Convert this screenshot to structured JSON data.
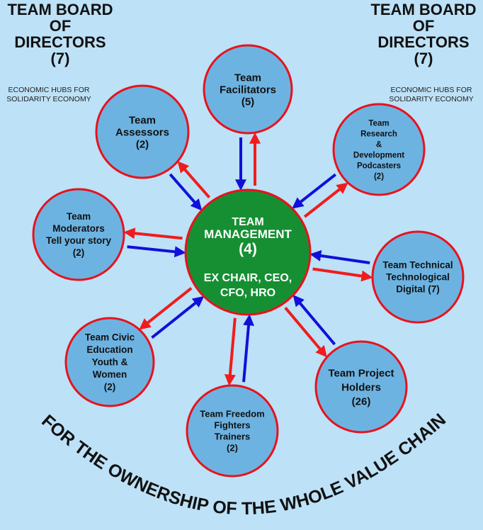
{
  "board_left": {
    "lines": [
      "TEAM BOARD",
      "OF",
      "DIRECTORS",
      "(7)"
    ],
    "subtitle_lines": [
      "ECONOMIC HUBS FOR",
      "SOLIDARITY ECONOMY"
    ]
  },
  "board_right": {
    "lines": [
      "TEAM BOARD",
      "OF",
      "DIRECTORS",
      "(7)"
    ],
    "subtitle_lines": [
      "ECONOMIC HUBS FOR",
      "SOLIDARITY ECONOMY"
    ]
  },
  "center": {
    "lines": [
      "TEAM",
      "MANAGEMENT",
      "(4)",
      "EX CHAIR, CEO,",
      "CFO, HRO"
    ]
  },
  "teams": [
    {
      "id": "facilitators",
      "lines": [
        "Team",
        "Facilitators",
        "(5)"
      ]
    },
    {
      "id": "assessors",
      "lines": [
        "Team",
        "Assessors",
        "(2)"
      ]
    },
    {
      "id": "research",
      "lines": [
        "Team",
        "Research",
        "&",
        "Development",
        "Podcasters",
        "(2)"
      ]
    },
    {
      "id": "moderators",
      "lines": [
        "Team",
        "Moderators",
        "Tell your story",
        "(2)"
      ]
    },
    {
      "id": "technical",
      "lines": [
        "Team Technical",
        "Technological",
        "Digital (7)"
      ]
    },
    {
      "id": "civic",
      "lines": [
        "Team Civic",
        "Education",
        "Youth &",
        "Women",
        "(2)"
      ]
    },
    {
      "id": "project-holders",
      "lines": [
        "Team Project",
        "Holders",
        "(26)"
      ]
    },
    {
      "id": "freedom",
      "lines": [
        "Team Freedom",
        "Fighters",
        "Trainers",
        "(2)"
      ]
    }
  ],
  "banner": "FOR THE OWNERSHIP OF THE WHOLE VALUE CHAIN",
  "colors": {
    "background": "#bde1f7",
    "team_fill": "#6db3e2",
    "outline": "#e8121b",
    "center_fill": "#168f33",
    "outward_arrow": "#f01c1c",
    "inward_arrow": "#1010d8"
  }
}
